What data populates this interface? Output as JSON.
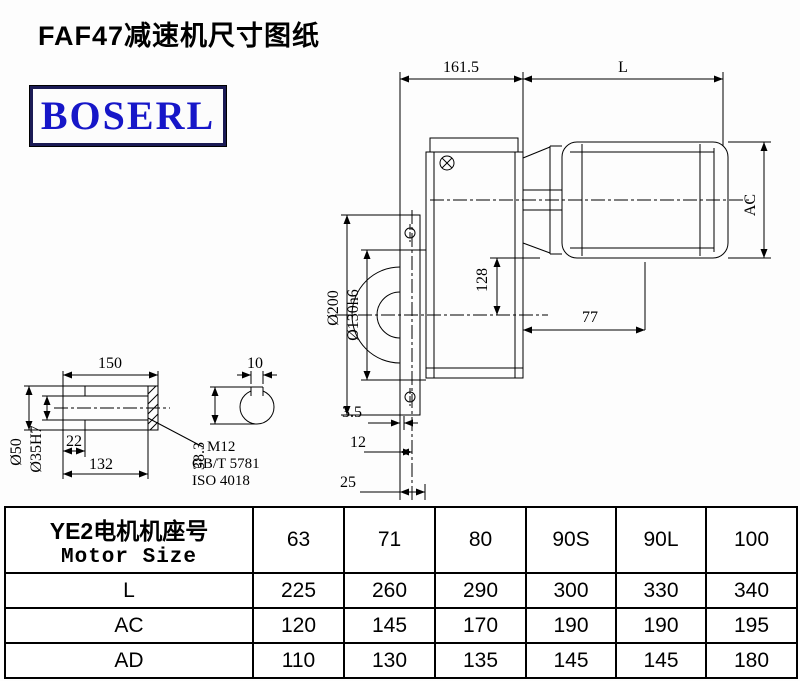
{
  "page": {
    "title": "FAF47减速机尺寸图纸",
    "brand": "BOSERL"
  },
  "drawing": {
    "dims": {
      "length_reducer": "161.5",
      "length_motor": "L",
      "motor_diameter": "AC",
      "flange_diameter": "Ø200",
      "spigot_diameter": "Ø130h6",
      "center_height": "128",
      "axis_offset": "77",
      "flange_thickness": "3.5",
      "offset_12": "12",
      "offset_25": "25",
      "keyway_height": "38.3",
      "shaft_length": "150",
      "keyway_width": "10",
      "shaft_od": "Ø50",
      "bore": "Ø35H7",
      "thread_length": "22",
      "bore_depth": "132",
      "thread_spec": "M12",
      "thread_std1": "GB/T 5781",
      "thread_std2": "ISO 4018"
    }
  },
  "table": {
    "header": {
      "line1": "YE2电机机座号",
      "line2": "Motor Size"
    },
    "motor_sizes": [
      "63",
      "71",
      "80",
      "90S",
      "90L",
      "100"
    ],
    "rows": [
      {
        "label": "L",
        "values": [
          "225",
          "260",
          "290",
          "300",
          "330",
          "340"
        ]
      },
      {
        "label": "AC",
        "values": [
          "120",
          "145",
          "170",
          "190",
          "190",
          "195"
        ]
      },
      {
        "label": "AD",
        "values": [
          "110",
          "130",
          "135",
          "145",
          "145",
          "180"
        ]
      }
    ]
  }
}
